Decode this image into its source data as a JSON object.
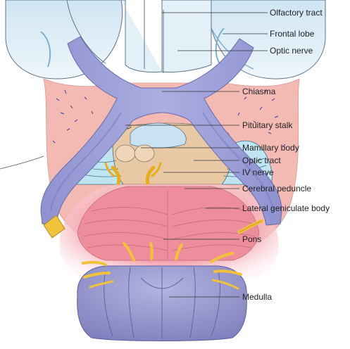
{
  "labels": {
    "olfactory_tract": "Olfactory tract",
    "frontal_lobe": "Frontal lobe",
    "optic_nerve": "Optic nerve",
    "chiasma": "Chiasma",
    "pituitary_stalk": "Pituitary stalk",
    "mamillary_body": "Mamillary body",
    "optic_tract": "Optic tract",
    "iv_nerve": "IV nerve",
    "cerebral_peduncle": "Cerebral peduncle",
    "lateral_geniculate_body": "Lateral geniculate body",
    "pons": "Pons",
    "medulla": "Medulla"
  },
  "colors": {
    "frontal_lobe": "#dcecf6",
    "frontal_outline": "#6a7f90",
    "optic_pathway": "#9d9fd6",
    "optic_outline": "#6f6fb0",
    "tissue_pink": "#f3b9b6",
    "pons": "#ee8a9a",
    "medulla": "#8f8fc7",
    "nerve_yellow": "#f2c23a",
    "peduncle_blue": "#bfe4f2",
    "mamillary": "#e6c39a"
  }
}
